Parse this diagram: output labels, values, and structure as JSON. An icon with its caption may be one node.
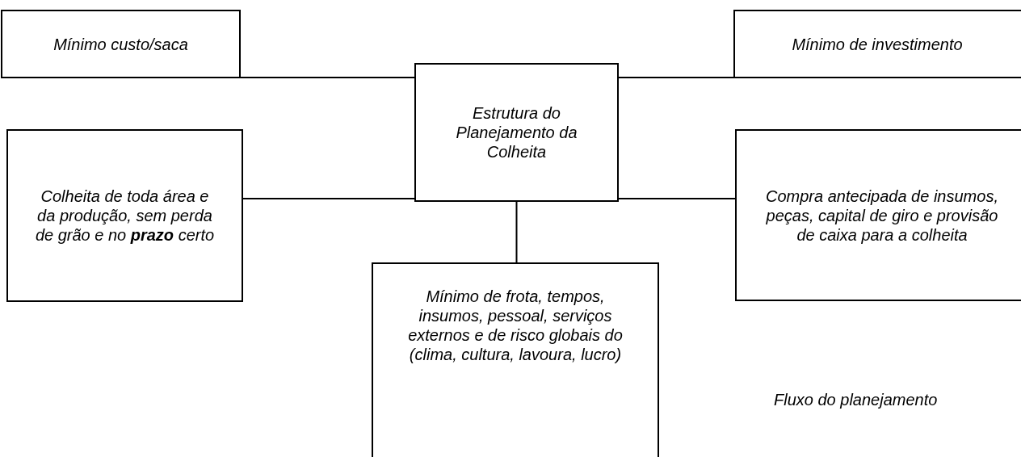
{
  "diagram": {
    "nodes": [
      {
        "text": [
          "Mínimo custo/saca"
        ]
      },
      {
        "text": [
          "Mínimo de investimento"
        ]
      },
      {
        "text": [
          "Estrutura do Planejamento da Colheita"
        ]
      },
      {
        "text": [
          "Colheita de toda área e da produção, sem perda de grão e no **prazo** certo"
        ]
      },
      {
        "text": [
          "Compra antecipada de insumos, peças, capital de giro e provisão de caixa para a colheita"
        ]
      },
      {
        "text": [
          "Mínimo de frota, tempos, insumos, pessoal, serviços externos e de risco globais do (clima, cultura, lavoura, lucro)"
        ]
      }
    ],
    "edges": [
      {
        "from": 2,
        "to": 0,
        "arrow": "none"
      },
      {
        "from": 2,
        "to": 1,
        "arrow": "none"
      },
      {
        "from": 2,
        "to": 3,
        "arrow": "none"
      },
      {
        "from": 2,
        "to": 4,
        "arrow": "none"
      },
      {
        "from": 2,
        "to": 5,
        "arrow": "none"
      }
    ],
    "labels": [
      "Fluxo do planejamento"
    ]
  }
}
